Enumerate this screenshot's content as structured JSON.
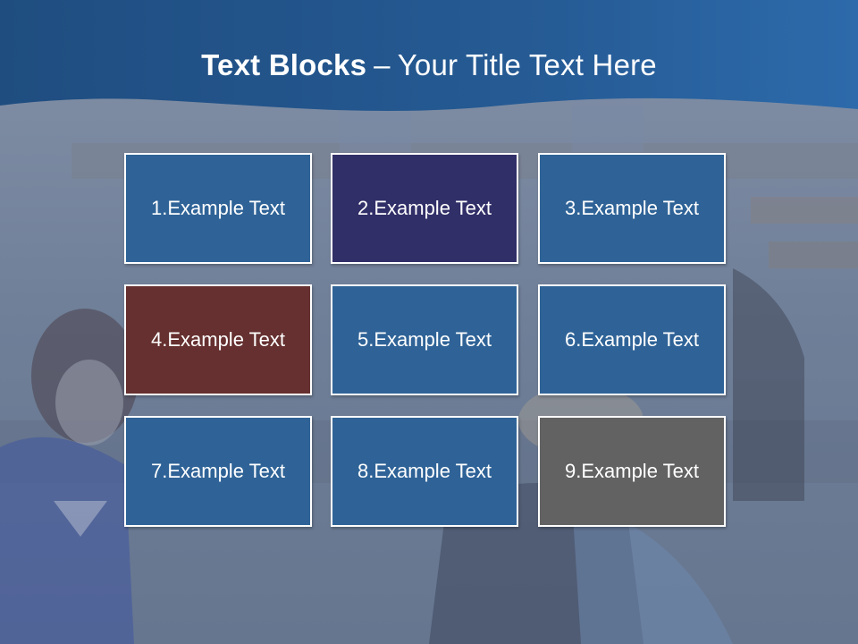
{
  "title": {
    "bold": "Text Blocks",
    "separator": "–",
    "rest": "Your Title Text Here"
  },
  "blocks": [
    {
      "label": "1.Example Text",
      "color": "#2f6397"
    },
    {
      "label": "2.Example Text",
      "color": "#312f68"
    },
    {
      "label": "3.Example Text",
      "color": "#2f6397"
    },
    {
      "label": "4.Example Text",
      "color": "#65302f"
    },
    {
      "label": "5.Example Text",
      "color": "#2f6397"
    },
    {
      "label": "6.Example Text",
      "color": "#2f6397"
    },
    {
      "label": "7.Example Text",
      "color": "#2f6397"
    },
    {
      "label": "8.Example Text",
      "color": "#2f6397"
    },
    {
      "label": "9.Example Text",
      "color": "#626262"
    }
  ],
  "colors": {
    "header_top": "#1f4e82",
    "header_bottom": "#2c67a6",
    "background": "#6e7f98"
  }
}
